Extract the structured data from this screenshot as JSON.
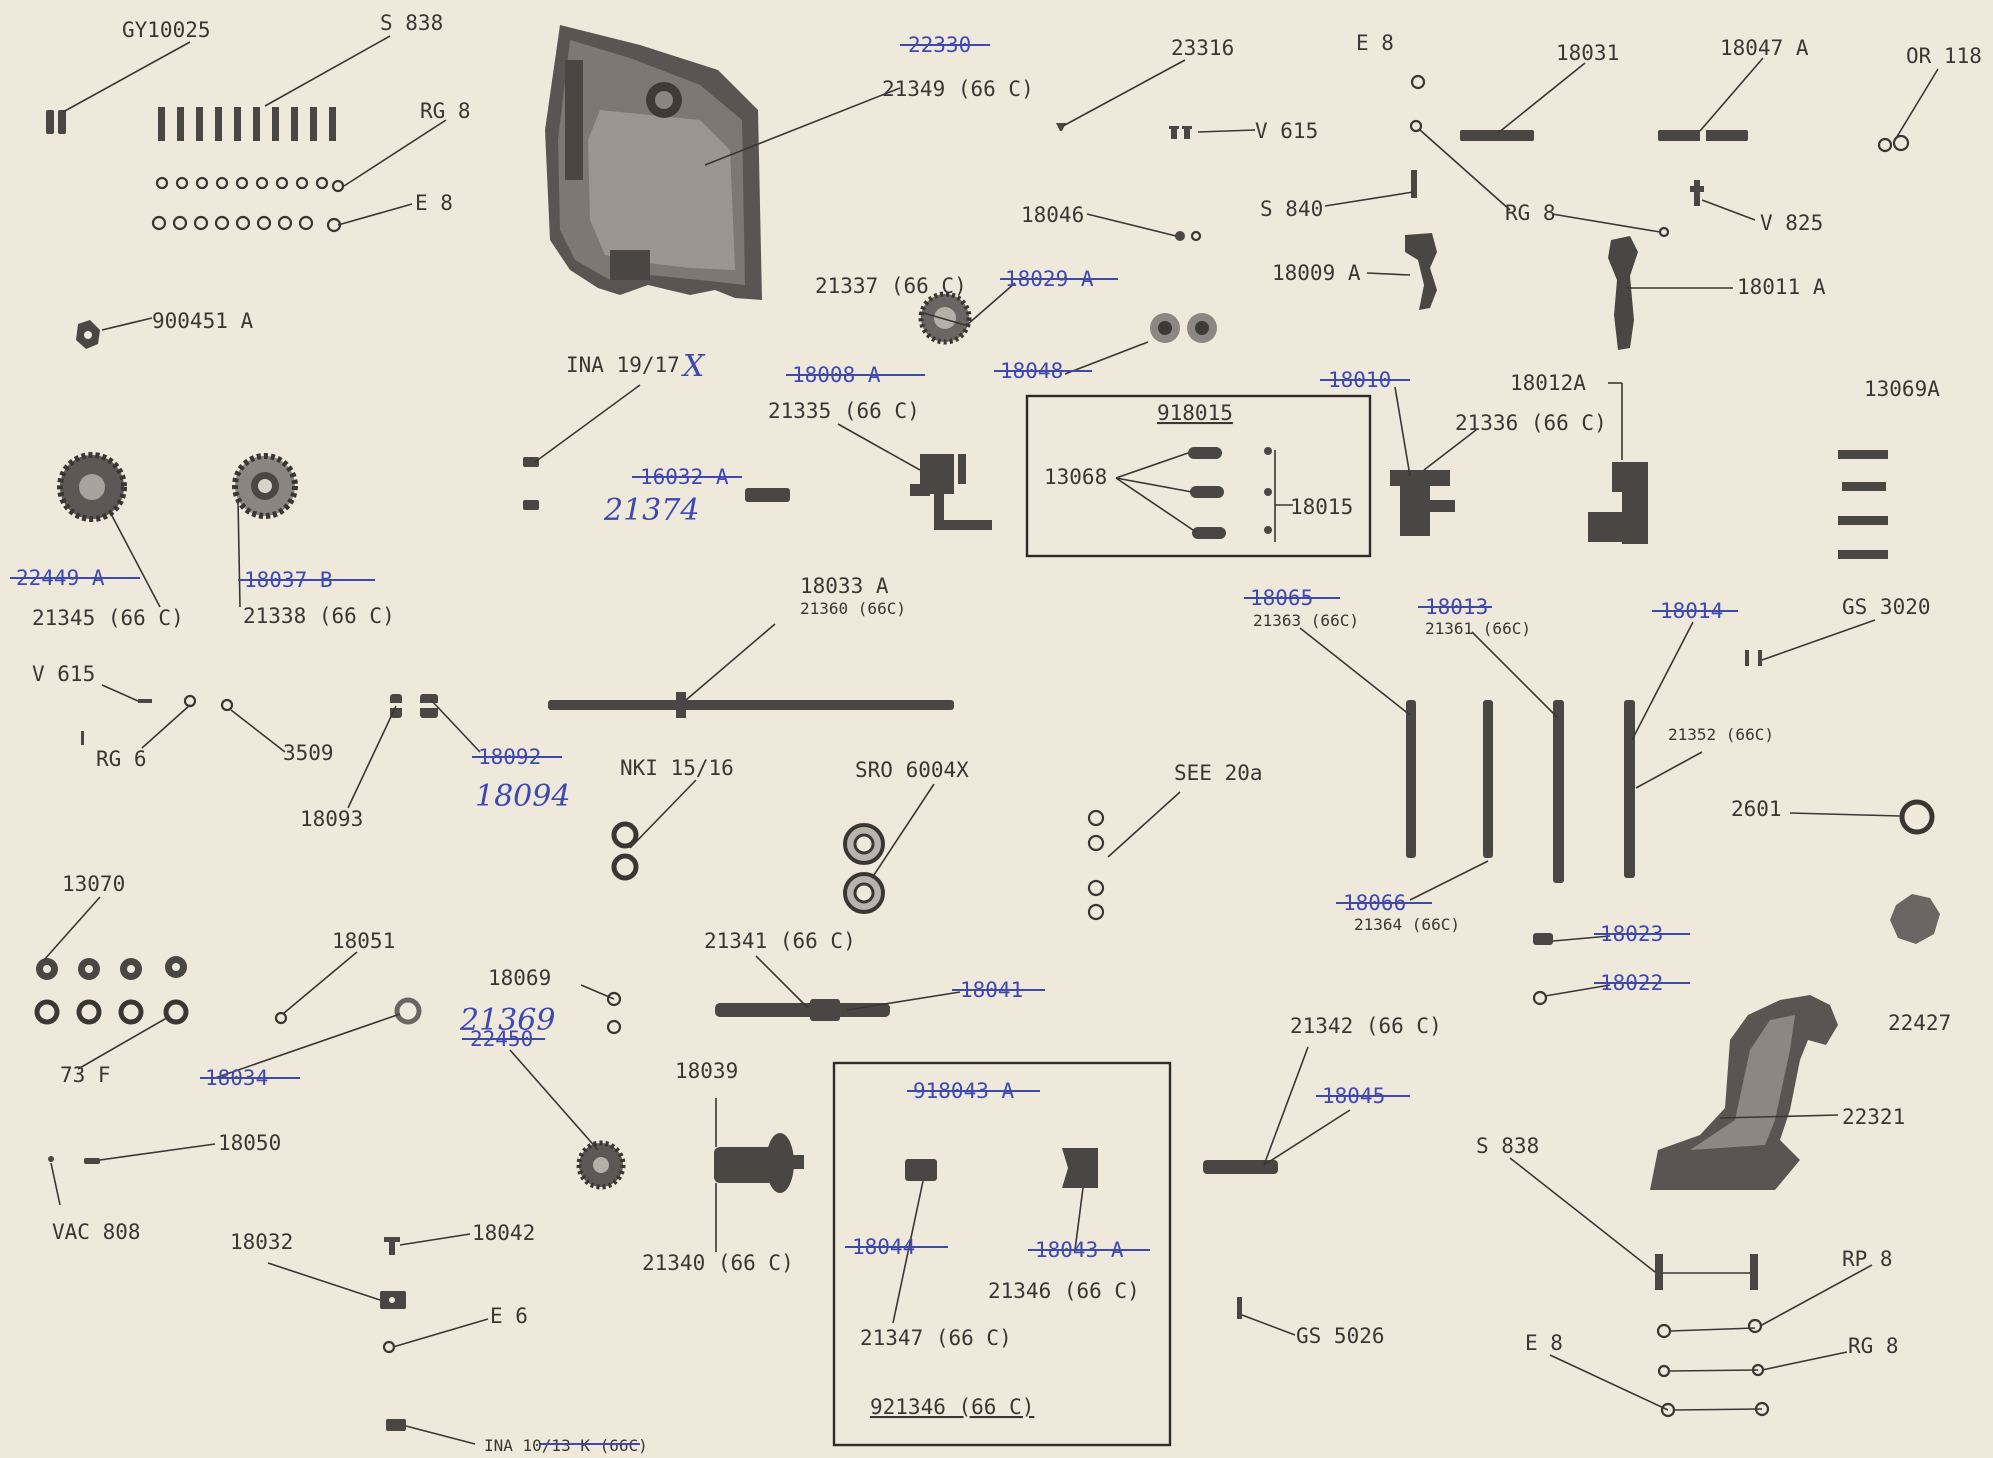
{
  "labels": {
    "gy10025": "GY10025",
    "s838_top": "S 838",
    "rg8_top": "RG 8",
    "e8_top": "E 8",
    "p900451a": "900451 A",
    "p22330": "22330",
    "p21349": "21349 (66 C)",
    "p23316": "23316",
    "e8_mid": "E 8",
    "p18031": "18031",
    "p18047a": "18047 A",
    "or118": "OR 118",
    "v615_top": "V 615",
    "s840": "S 840",
    "rg8_mid": "RG 8",
    "v825": "V 825",
    "p18046": "18046",
    "p18009a": "18009 A",
    "p18011a": "18011 A",
    "p21337": "21337 (66 C)",
    "p18029a": "18029 A",
    "ina1917": "INA 19/17",
    "p18008a": "18008 A",
    "p18048": "18048",
    "p18010": "18010",
    "p18012a": "18012A",
    "p13069a": "13069A",
    "p21335": "21335 (66 C)",
    "p918015": "918015",
    "p13068": "13068",
    "p18015": "18015",
    "p21336": "21336 (66 C)",
    "p16032a": "16032 A",
    "p22449a": "22449 A",
    "p18037b": "18037 B",
    "p21345": "21345 (66 C)",
    "p21338": "21338 (66 C)",
    "p18033a": "18033 A",
    "p21360": "21360 (66C)",
    "p18065": "18065",
    "p21363": "21363 (66C)",
    "p18013": "18013",
    "p21361": "21361 (66C)",
    "p18014": "18014",
    "gs3020": "GS 3020",
    "v615_low": "V 615",
    "rg6": "RG 6",
    "p3509": "3509",
    "p18092": "18092",
    "p18093": "18093",
    "nki1516": "NKI 15/16",
    "sro6004x": "SRO 6004X",
    "see20a": "SEE 20a",
    "p21352": "21352 (66C)",
    "p2601": "2601",
    "p18066": "18066",
    "p21364": "21364 (66C)",
    "p13070": "13070",
    "p18051": "18051",
    "p18069": "18069",
    "p21341": "21341 (66 C)",
    "p18041": "18041",
    "p18023": "18023",
    "p18022": "18022",
    "p22427": "22427",
    "f73": "73 F",
    "p18034": "18034",
    "p22450": "22450",
    "p18039": "18039",
    "p918043a": "918043 A",
    "p21342": "21342 (66 C)",
    "p18045": "18045",
    "p22321": "22321",
    "p18050": "18050",
    "vac808": "VAC 808",
    "s838_low": "S 838",
    "p18032": "18032",
    "p18042": "18042",
    "p21340": "21340 (66 C)",
    "p18044": "18044",
    "p18043a": "18043 A",
    "p21346": "21346 (66 C)",
    "gs5026": "GS 5026",
    "rp8": "RP 8",
    "e8_low": "E 8",
    "rg8_low": "RG 8",
    "e6": "E 6",
    "p21347": "21347 (66 C)",
    "p921346": "921346 (66 C)",
    "ina1013k": "INA 10/13 K (66C)"
  },
  "handwritten": {
    "h21374": "21374",
    "h18094": "18094",
    "h21369": "21369",
    "mark": "X"
  },
  "colors": {
    "paper": "#efe9dc",
    "ink": "#3a3633",
    "blue_pen": "#3d49b0",
    "part": "#4a4643"
  }
}
